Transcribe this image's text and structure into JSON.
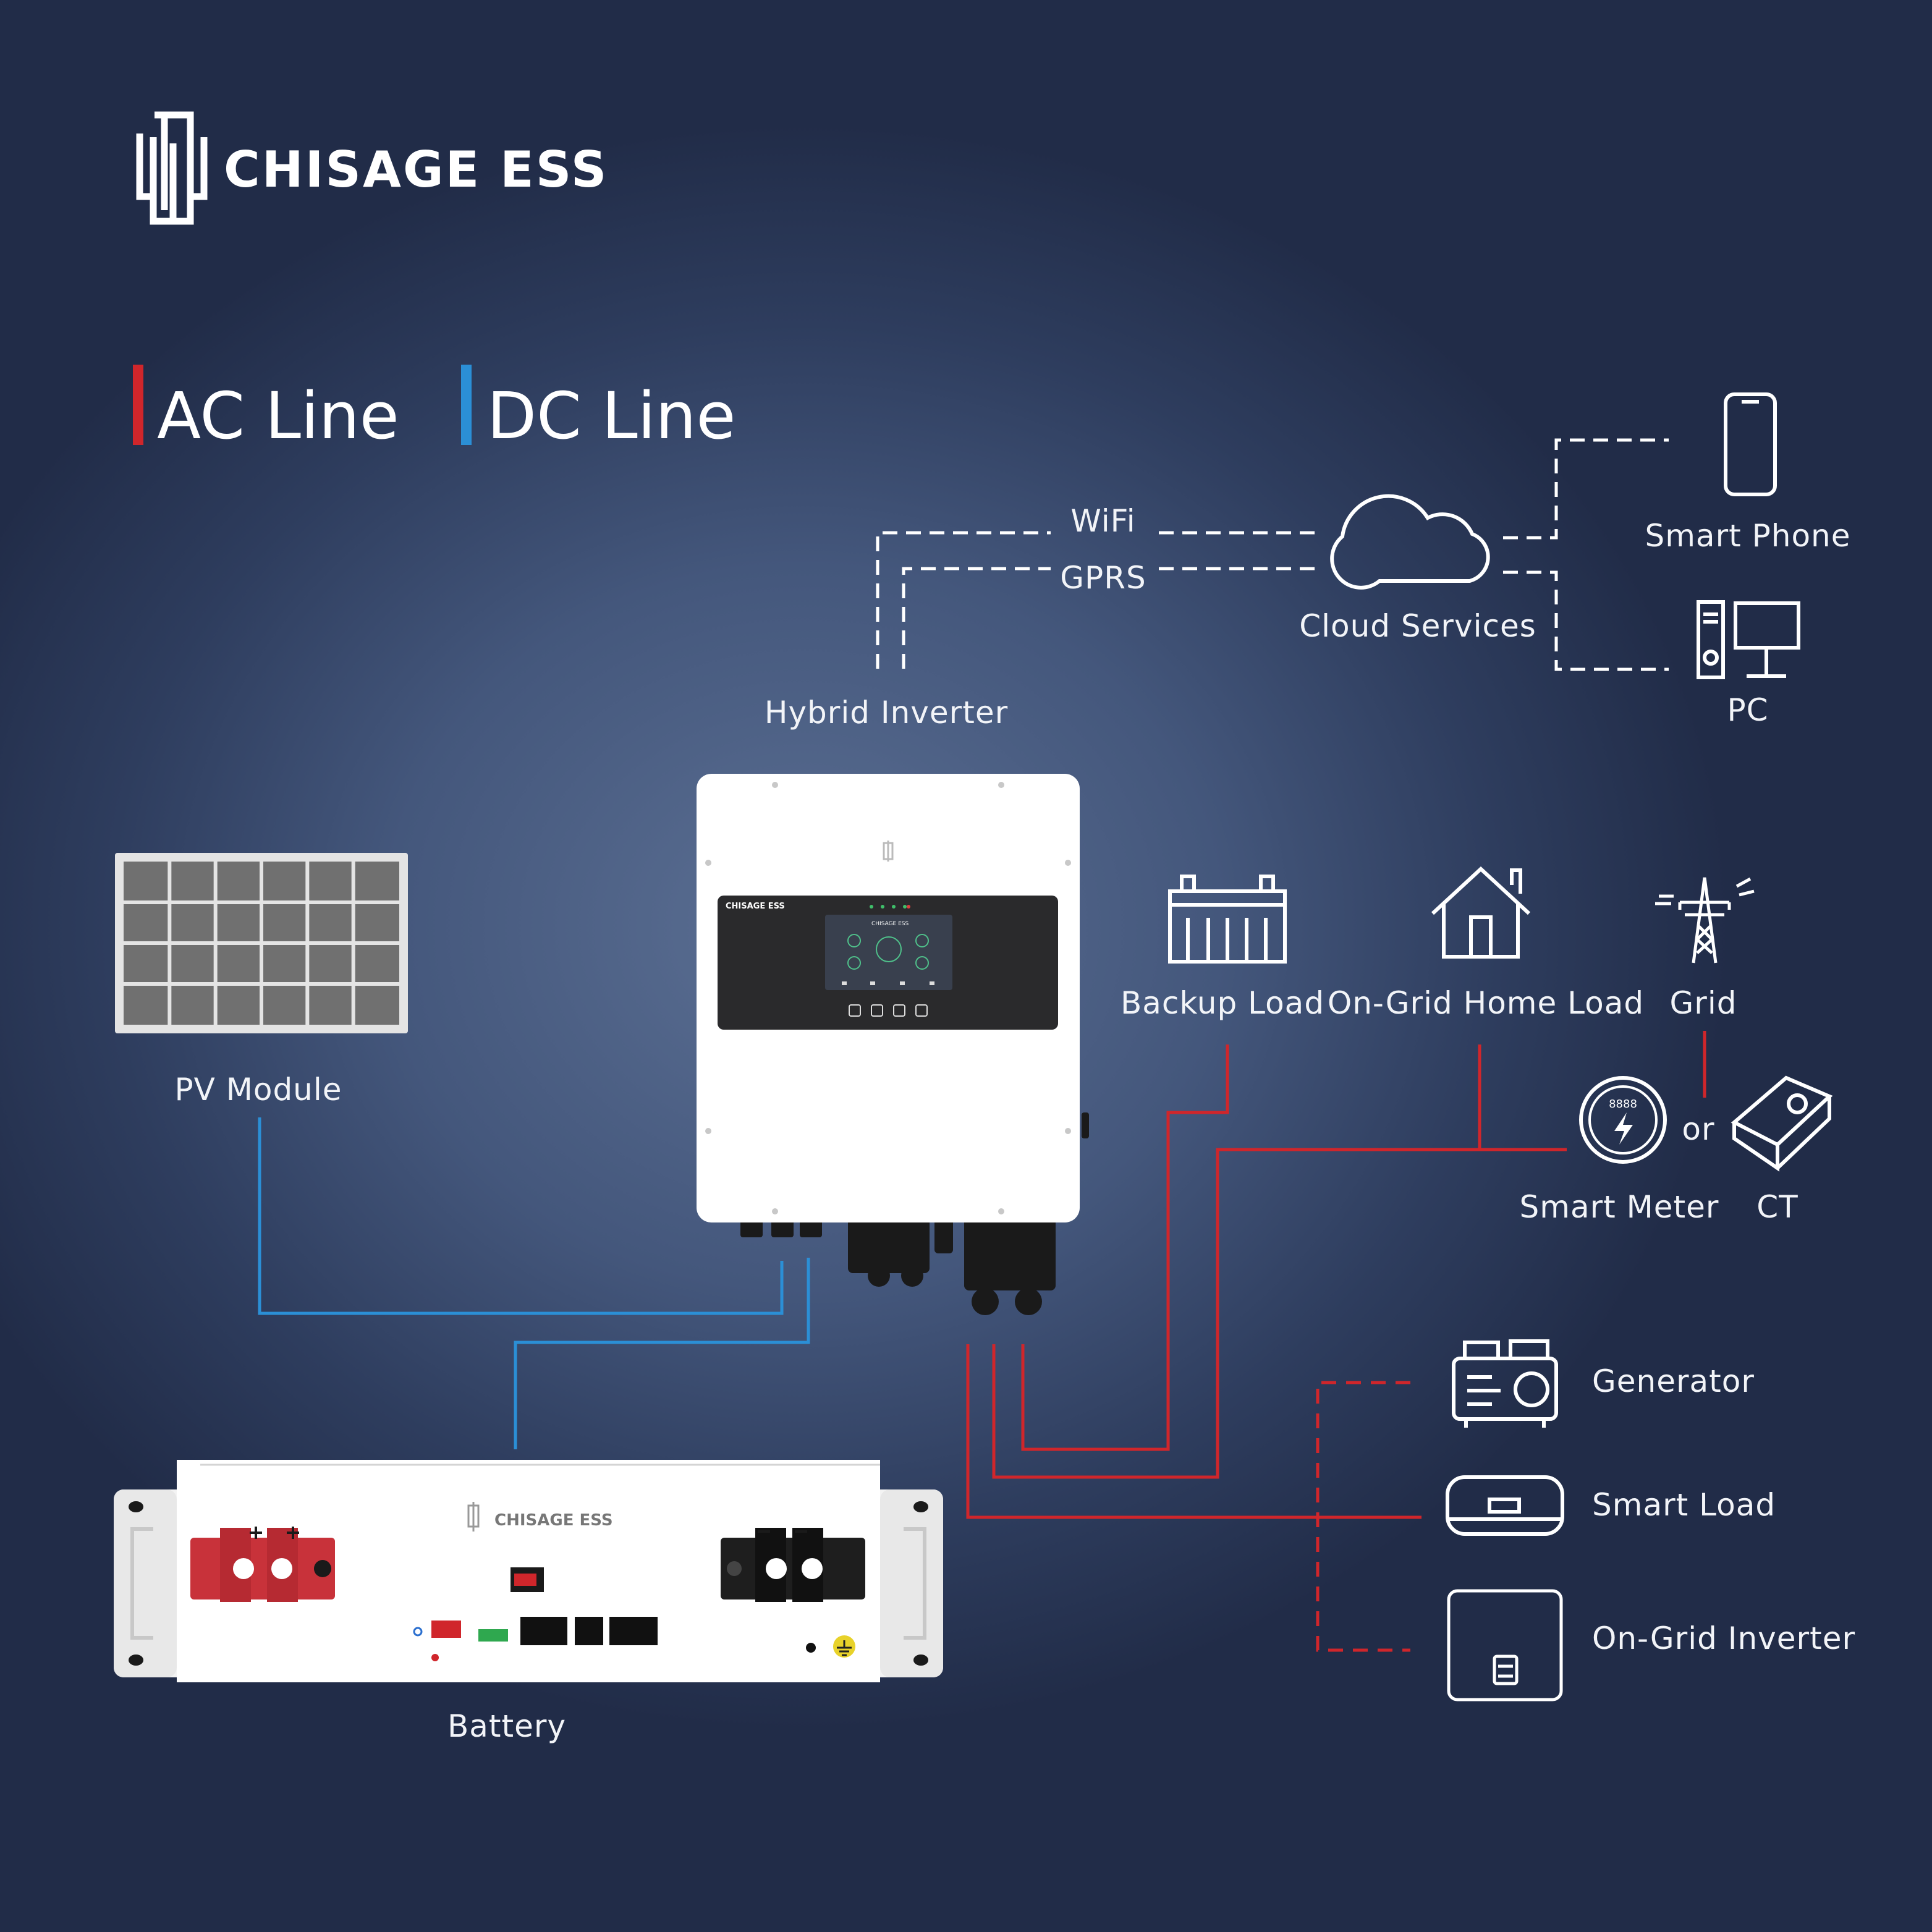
{
  "brand": {
    "name": "CHISAGE ESS"
  },
  "legend": {
    "ac_label": "AC Line",
    "ac_color": "#d0262b",
    "dc_label": "DC Line",
    "dc_color": "#2b8fd6"
  },
  "labels": {
    "wifi": "WiFi",
    "gprs": "GPRS",
    "cloud": "Cloud Services",
    "phone": "Smart Phone",
    "pc": "PC",
    "hybrid_inverter": "Hybrid Inverter",
    "pv_module": "PV Module",
    "backup_load": "Backup Load",
    "home_load": "On-Grid Home Load",
    "grid": "Grid",
    "smart_meter": "Smart Meter",
    "or": "or",
    "ct": "CT",
    "generator": "Generator",
    "smart_load": "Smart Load",
    "ongrid_inverter": "On-Grid Inverter",
    "battery": "Battery"
  },
  "device_text": {
    "inverter_panel_brand": "CHISAGE ESS",
    "inverter_screen_brand": "CHISAGE ESS",
    "battery_brand": "CHISAGE ESS",
    "meter_readout": "8888"
  },
  "icons": [
    "cloud-icon",
    "smart-phone-icon",
    "pc-icon",
    "backup-load-icon",
    "home-icon",
    "grid-tower-icon",
    "smart-meter-icon",
    "ct-icon",
    "generator-icon",
    "smart-load-icon",
    "ongrid-inverter-icon",
    "brand-logo-icon"
  ]
}
